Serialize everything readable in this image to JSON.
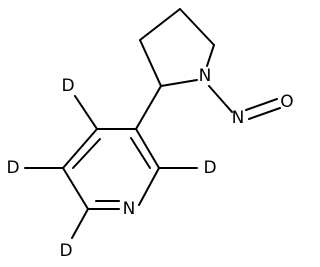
{
  "structure": {
    "atoms": {
      "n_ring": "N",
      "n_pyrrolidine": "N",
      "n_nitroso": "N",
      "o_nitroso": "O",
      "d_top": "D",
      "d_left": "D",
      "d_right": "D",
      "d_bottom": "D"
    }
  }
}
